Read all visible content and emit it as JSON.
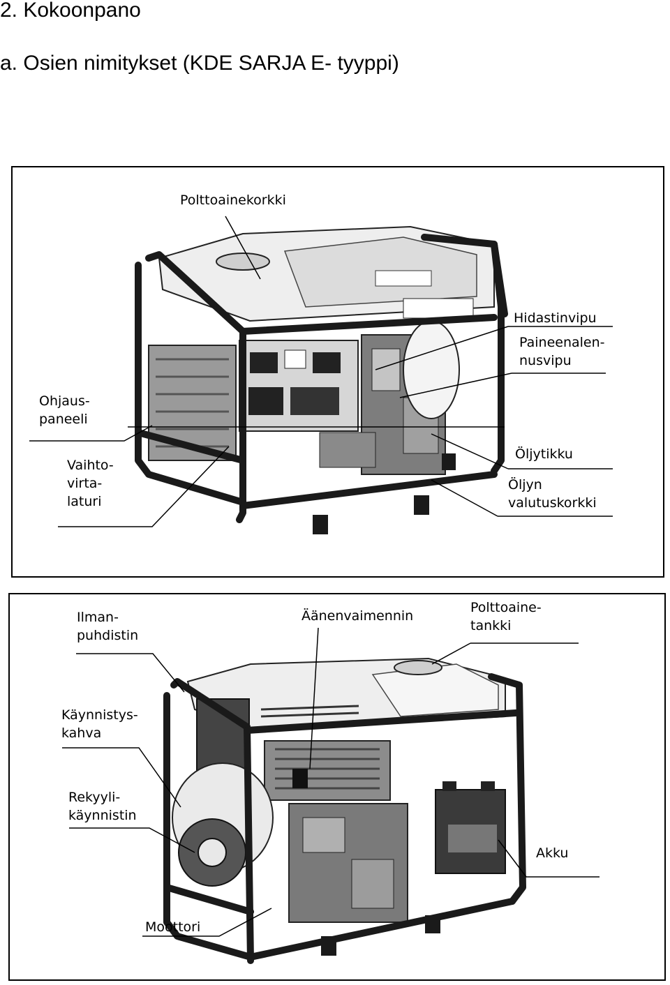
{
  "section_title": "2. Kokoonpano",
  "subsection_title": "a. Osien nimitykset (KDE SARJA E- tyyppi)",
  "figure_front": {
    "labels": {
      "fuel_cap": "Polttoainekorkki",
      "throttle_lever": "Hidastinvipu",
      "decompression_lever": "Paineenalen-\nnusvipu",
      "control_panel": "Ohjaus-\npaneeli",
      "alternator": "Vaihto-\nvirta-\nlaturi",
      "dipstick": "Öljytikku",
      "oil_drain_plug": "Öljyn\nvalutuskorkki"
    }
  },
  "figure_back": {
    "labels": {
      "air_cleaner": "Ilman-\npuhdistin",
      "muffler": "Äänenvaimennin",
      "fuel_tank": "Polttoaine-\ntankki",
      "start_handle": "Käynnistys-\nkahva",
      "recoil_starter": "Rekyyli-\nkäynnistin",
      "battery": "Akku",
      "engine": "Moottori"
    }
  },
  "colors": {
    "ink": "#000000",
    "frame": "#1a1a1a",
    "panel": "#d9d9d9",
    "body": "#f2f2f2"
  }
}
